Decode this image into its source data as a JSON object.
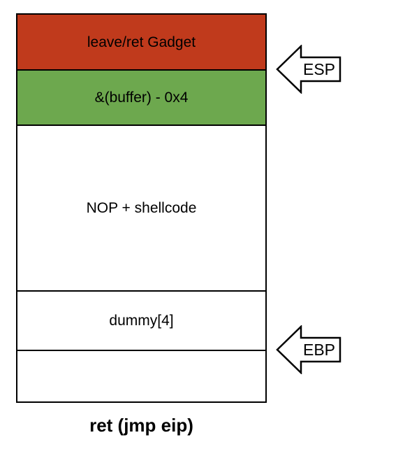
{
  "diagram": {
    "title": "stack exploit layout",
    "colors": {
      "gadget_red": "#c03a1c",
      "buffer_green": "#6da84e",
      "line_black": "#000000",
      "background_white": "#ffffff"
    },
    "stack": {
      "sections": [
        {
          "label": "leave/ret Gadget",
          "fill": "#c03a1c"
        },
        {
          "label": "&(buffer) - 0x4",
          "fill": "#6da84e"
        },
        {
          "label": "NOP + shellcode",
          "fill": "#ffffff"
        },
        {
          "label": "dummy[4]",
          "fill": "#ffffff"
        },
        {
          "label": "",
          "fill": "#ffffff"
        }
      ]
    },
    "pointers": [
      {
        "label": "ESP"
      },
      {
        "label": "EBP"
      }
    ],
    "caption": "ret (jmp eip)"
  }
}
